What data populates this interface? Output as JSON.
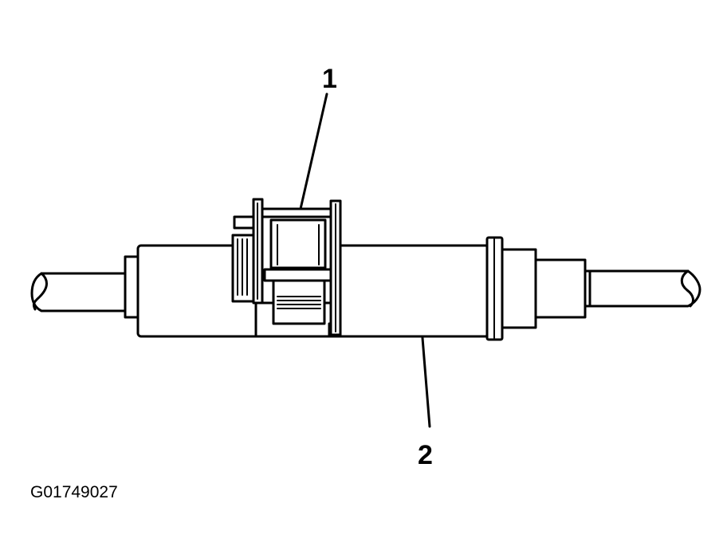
{
  "callouts": [
    {
      "label": "1"
    },
    {
      "label": "2"
    }
  ],
  "figure_id": "G01749027"
}
